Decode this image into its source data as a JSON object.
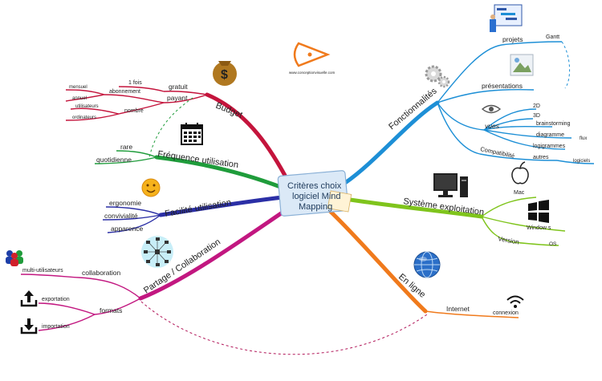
{
  "colors": {
    "budget": "#c4143c",
    "frequence": "#1f9c3b",
    "facilite": "#2b2fa6",
    "partage": "#c21780",
    "fonctionnalites": "#1d8fd6",
    "systeme": "#7fc41c",
    "enligne": "#f07a1c",
    "connector": "#b2185a",
    "dotted_green": "#1f9c3b",
    "dotted_blue": "#1d8fd6"
  },
  "logo": {
    "url_text": "www.conceptionvisuelle.com"
  },
  "center": {
    "lines": [
      "Critères choix",
      "logiciel Mind",
      "Mapping"
    ]
  },
  "branches": {
    "budget": {
      "label": "Budget",
      "icon": "money-bag-icon",
      "gratuit": "gratuit",
      "payant": "payant",
      "un_fois": "1 fois",
      "abonnement": "abonnement",
      "nombre": "nombre",
      "mensuel": "mensuel",
      "annuel": "annuel",
      "utilisateurs": "utilisateurs",
      "ordinateurs": "ordinateurs"
    },
    "frequence": {
      "label": "Fréquence utilisation",
      "icon": "calendar-icon",
      "rare": "rare",
      "quotidienne": "quotidienne"
    },
    "facilite": {
      "label": "Facilité utilisation",
      "icon": "smiley-icon",
      "ergonomie": "ergonomie",
      "convivialite": "convivialité",
      "apparence": "apparence"
    },
    "partage": {
      "label": "Partage / Collaboration",
      "icon": "network-icon",
      "collaboration": "collaboration",
      "multi": "multi-utilisateurs",
      "formats": "formats",
      "exportation": "exportation",
      "importation": "importation"
    },
    "fonctionnalites": {
      "label": "Fonctionnalités",
      "icon": "gears-icon",
      "projets": "projets",
      "gantt": "Gantt",
      "presentations": "présentations",
      "vues": "vues",
      "v2d": "2D",
      "v3d": "3D",
      "brainstorming": "brainstorming",
      "diagramme": "diagramme",
      "flux": "flux",
      "logigrammes": "logigrammes",
      "compatibilite": "Compatibilité",
      "autres": "autres",
      "logiciels": "logiciels"
    },
    "systeme": {
      "label": "Système exploitation",
      "icon": "computer-icon",
      "mac": "Mac",
      "windows": "Window s",
      "version": "Version",
      "os": "OS"
    },
    "enligne": {
      "label": "En ligne",
      "icon": "globe-icon",
      "internet": "Internet",
      "connexion": "connexion"
    }
  }
}
